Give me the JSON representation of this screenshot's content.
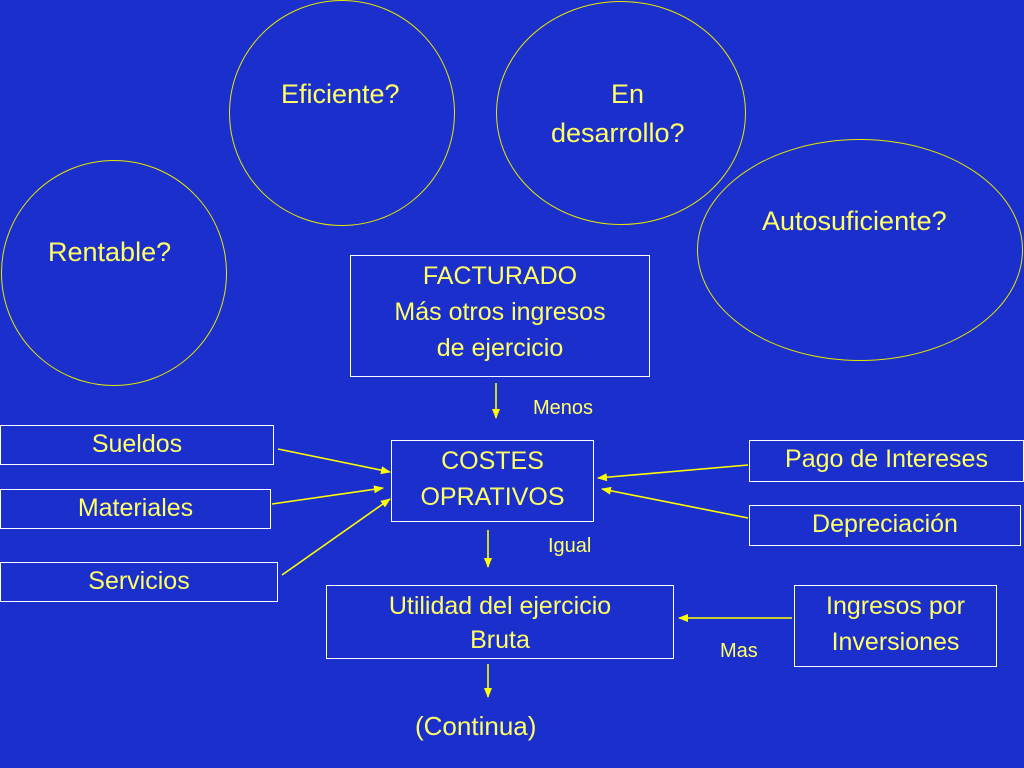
{
  "circles": {
    "rentable": "Rentable?",
    "eficiente": "Eficiente?",
    "en_desarrollo_line1": "En",
    "en_desarrollo_line2": "desarrollo?",
    "autosuficiente": "Autosuficiente?"
  },
  "facturado": {
    "line1": "FACTURADO",
    "line2": "Más otros ingresos",
    "line3": "de ejercicio"
  },
  "menos": "Menos",
  "costes": {
    "line1": "COSTES",
    "line2": "OPRATIVOS"
  },
  "igual": "Igual",
  "inputs": {
    "sueldos": "Sueldos",
    "materiales": "Materiales",
    "servicios": "Servicios",
    "pago_intereses": "Pago de Intereses",
    "depreciacion": "Depreciación"
  },
  "utilidad": {
    "line1": "Utilidad del ejercicio",
    "line2": "Bruta"
  },
  "ingresos": {
    "line1": "Ingresos por",
    "line2": "Inversiones"
  },
  "mas": "Mas",
  "continua": "(Continua)",
  "colors": {
    "background": "#1a2fcc",
    "text": "#ffff66",
    "circle_stroke": "#e6e600",
    "box_stroke": "#ffffff"
  }
}
